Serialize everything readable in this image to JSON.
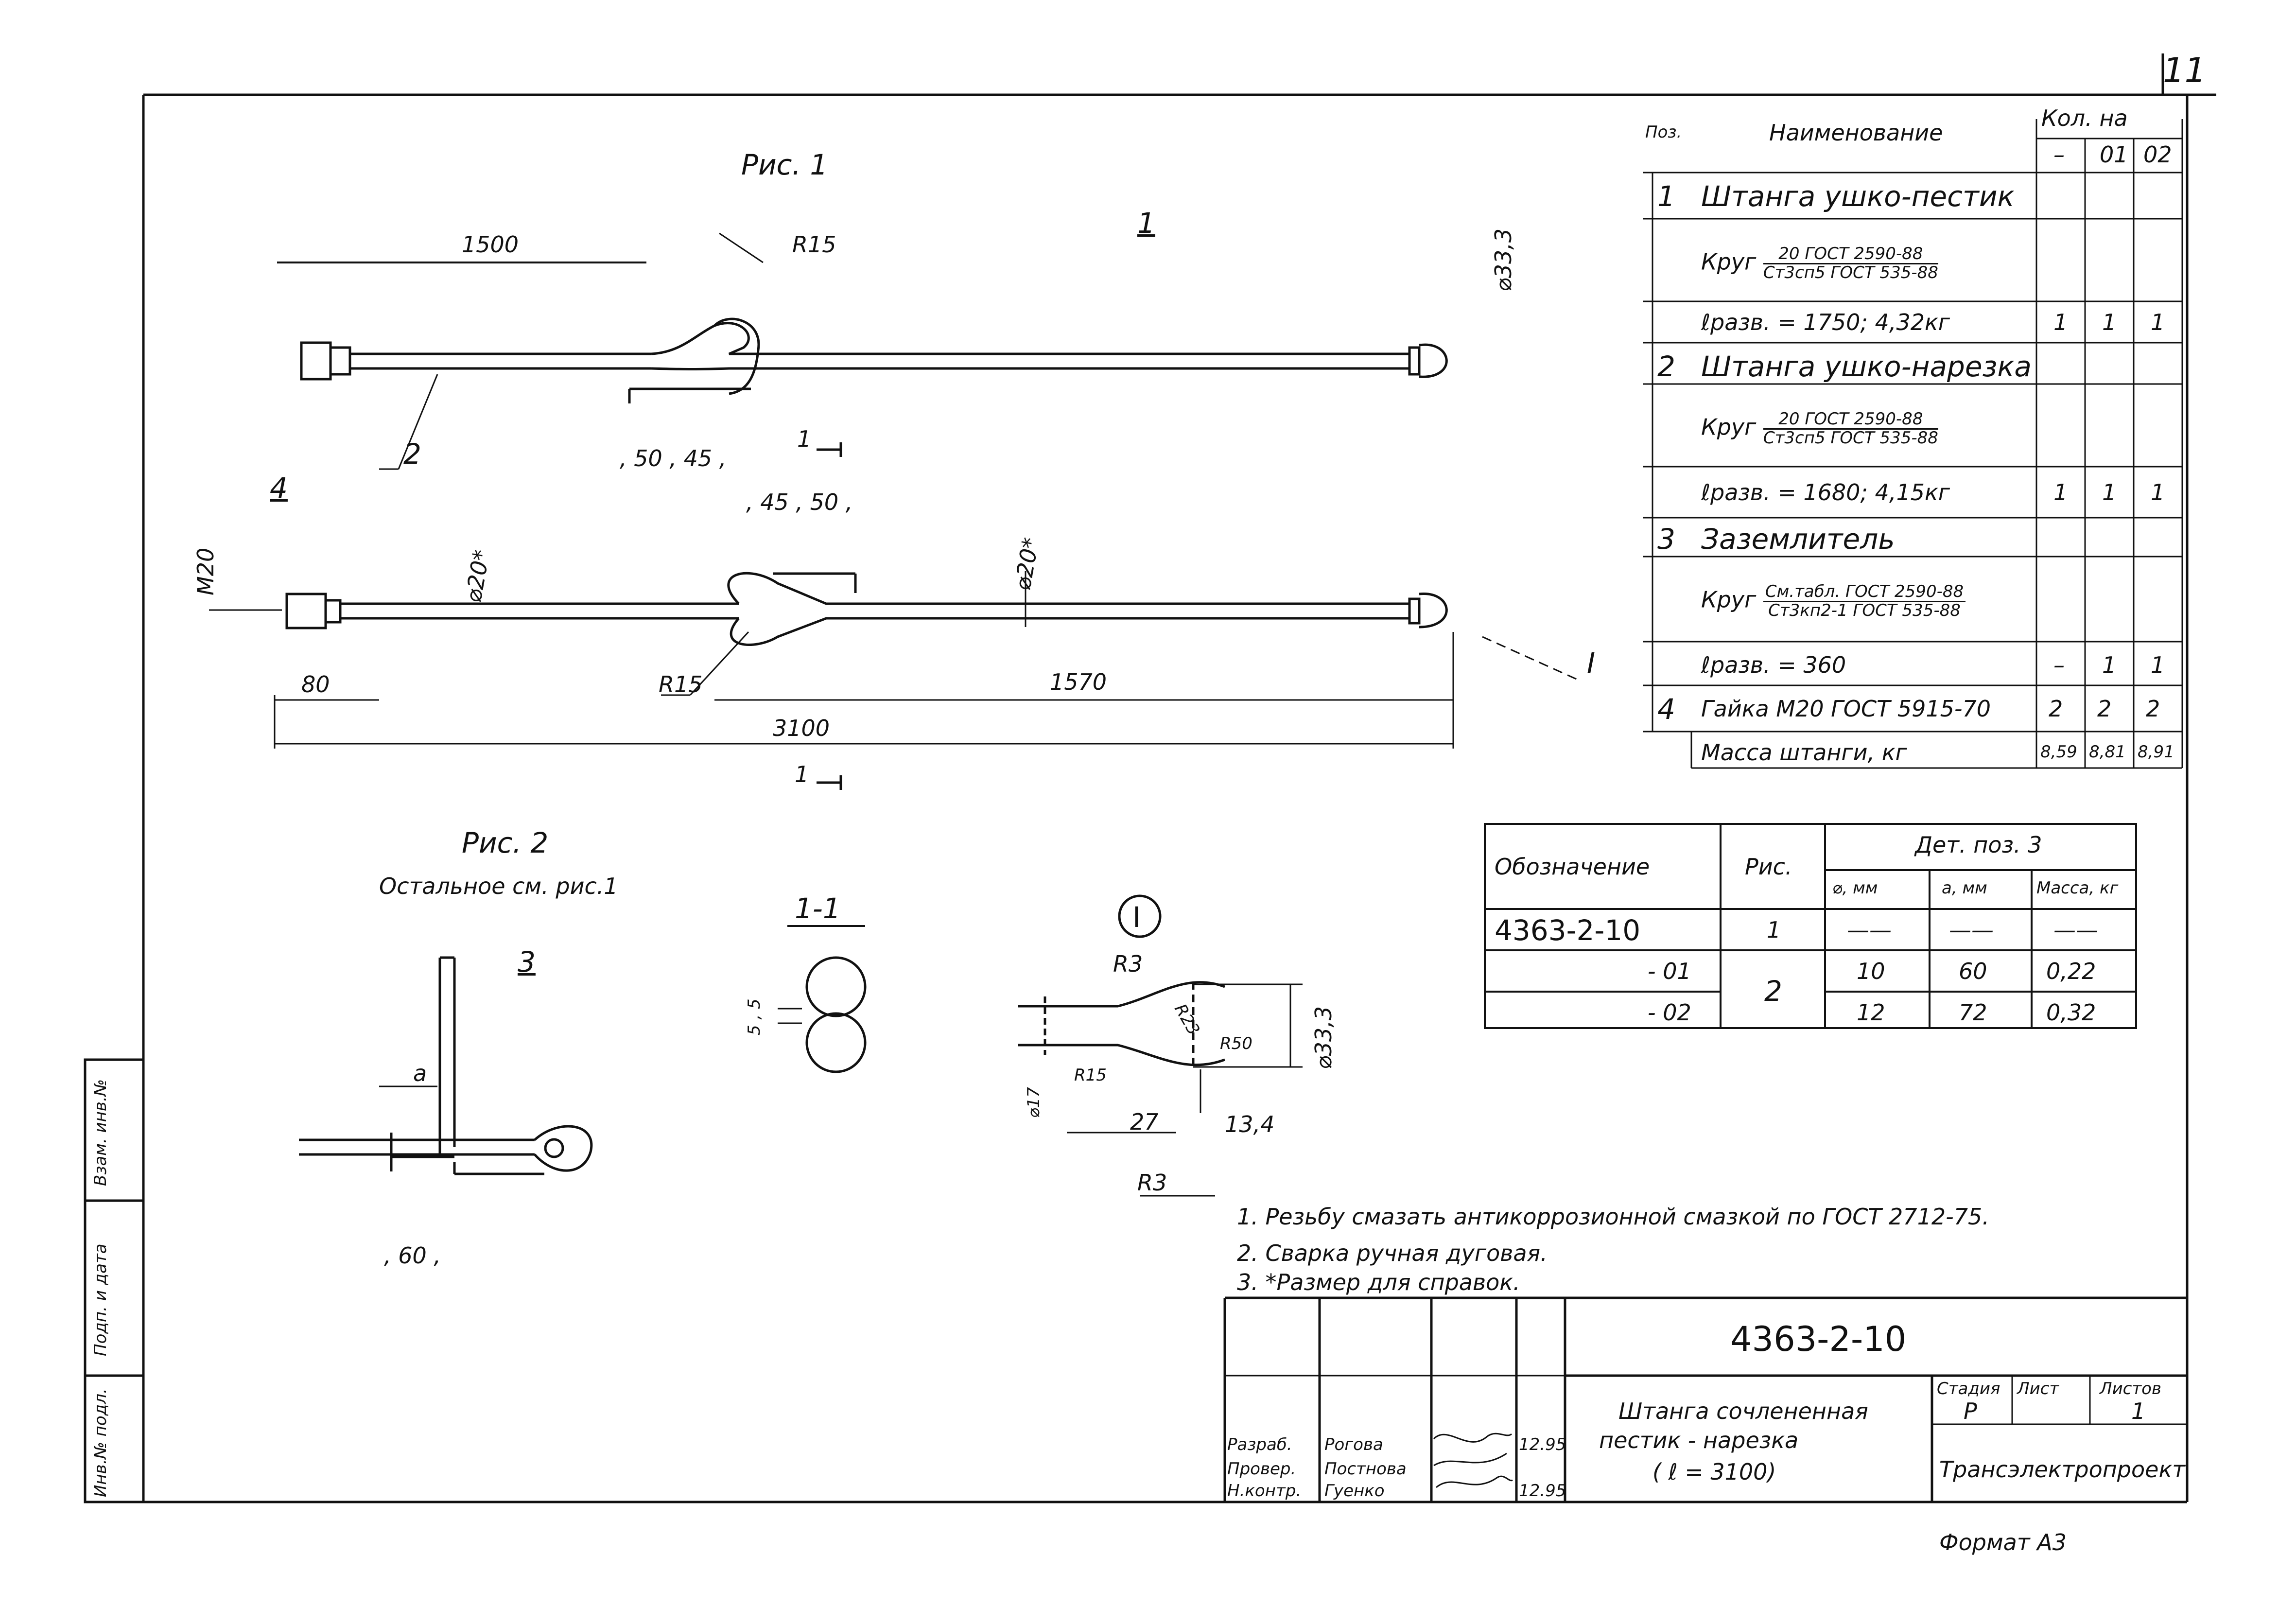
{
  "sheet": {
    "corner_number": "11",
    "format_note": "Формат А3"
  },
  "fig1": {
    "title": "Рис. 1",
    "pos_marker_top": "1",
    "dim_1500": "1500",
    "radius_r15_top": "R15",
    "dia_33_3": "⌀33,3",
    "leader_2": "2",
    "leader_4": "4",
    "dims_50_45_a": ", 50 , 45 ,",
    "dims_45_50_b": ", 45 , 50 ,",
    "section_mark": "1",
    "thread_m20": "M20",
    "dia_20_left": "⌀20*",
    "dia_20_right": "⌀20*",
    "dim_80": "80",
    "radius_r15_bottom": "R15",
    "dim_1570": "1570",
    "dim_3100": "3100",
    "detail_marker": "I"
  },
  "fig2": {
    "title": "Рис. 2",
    "subtitle": "Остальное см. рис.1",
    "leader_3": "3",
    "dim_a": "а",
    "dim_60": ", 60 ,"
  },
  "section11": {
    "title": "1-1",
    "dim_5": "5 , 5"
  },
  "detailI": {
    "marker": "I",
    "r3_top": "R3",
    "r23": "R23",
    "r50": "R50",
    "dia_33_3": "⌀33,3",
    "r15": "R15",
    "dia_17": "⌀17",
    "dim_27": "27",
    "dim_13_4": "13,4",
    "r3_bottom": "R3"
  },
  "parts": {
    "col_pos": "Поз.",
    "col_name": "Наименование",
    "col_qty": "Кол. на",
    "qty_cols": [
      "–",
      "01",
      "02"
    ],
    "rows": [
      {
        "pos": "1",
        "name": "Штанга ушко-пестик",
        "type": "text",
        "q": [
          "",
          "",
          ""
        ]
      },
      {
        "pos": "",
        "prefix": "Круг",
        "num": "20 ГОСТ 2590-88",
        "den": "Ст3сп5 ГОСТ 535-88",
        "type": "frac",
        "q": [
          "",
          "",
          ""
        ]
      },
      {
        "pos": "",
        "name": "ℓразв. = 1750; 4,32кг",
        "type": "text",
        "q": [
          "1",
          "1",
          "1"
        ]
      },
      {
        "pos": "2",
        "name": "Штанга ушко-нарезка",
        "type": "text",
        "q": [
          "",
          "",
          ""
        ]
      },
      {
        "pos": "",
        "prefix": "Круг",
        "num": "20 ГОСТ 2590-88",
        "den": "Ст3сп5 ГОСТ 535-88",
        "type": "frac",
        "q": [
          "",
          "",
          ""
        ]
      },
      {
        "pos": "",
        "name": "ℓразв. = 1680; 4,15кг",
        "type": "text",
        "q": [
          "1",
          "1",
          "1"
        ]
      },
      {
        "pos": "3",
        "name": "Заземлитель",
        "type": "text",
        "q": [
          "",
          "",
          ""
        ]
      },
      {
        "pos": "",
        "prefix": "Круг",
        "num": "См.табл. ГОСТ 2590-88",
        "den": "Ст3кп2-1 ГОСТ 535-88",
        "type": "frac",
        "q": [
          "",
          "",
          ""
        ]
      },
      {
        "pos": "",
        "name": "ℓразв. = 360",
        "type": "text",
        "q": [
          "–",
          "1",
          "1"
        ]
      },
      {
        "pos": "4",
        "name": "Гайка М20 ГОСТ 5915-70",
        "type": "text",
        "q": [
          "2",
          "2",
          "2"
        ]
      },
      {
        "pos": "",
        "name": "Масса штанги, кг",
        "type": "text",
        "q": [
          "8,59",
          "8,81",
          "8,91"
        ]
      }
    ]
  },
  "variants": {
    "col_designation": "Обозначение",
    "col_fig": "Рис.",
    "col_det": "Дет. поз. 3",
    "col_d": "⌀, мм",
    "col_a": "а, мм",
    "col_mass": "Масса, кг",
    "rows": [
      {
        "designation": "4363-2-10",
        "fig": "1",
        "d": "——",
        "a": "——",
        "mass": "——"
      },
      {
        "designation": "- 01",
        "fig": "2",
        "d": "10",
        "a": "60",
        "mass": "0,22"
      },
      {
        "designation": "- 02",
        "fig": "",
        "d": "12",
        "a": "72",
        "mass": "0,32"
      }
    ]
  },
  "notes": [
    "1. Резьбу смазать антикоррозионной смазкой по ГОСТ 2712-75.",
    "2. Сварка ручная дуговая.",
    "3. *Размер для справок."
  ],
  "titleblock": {
    "code": "4363-2-10",
    "name_line1": "Штанга сочлененная",
    "name_line2": "пестик - нарезка",
    "name_line3": "( ℓ = 3100)",
    "stage_label": "Стадия",
    "sheet_label": "Лист",
    "sheets_label": "Листов",
    "stage": "Р",
    "sheets": "1",
    "org": "Трансэлектропроект",
    "roles": [
      "Разраб.",
      "Провер.",
      "Н.контр."
    ],
    "people": [
      "Рогова",
      "Постнова",
      "Гуенко"
    ],
    "dates": [
      "12.95",
      "",
      "12.95"
    ]
  },
  "left_stamp": [
    "Взам. инв.№",
    "Подп. и дата",
    "Инв.№ подл."
  ]
}
